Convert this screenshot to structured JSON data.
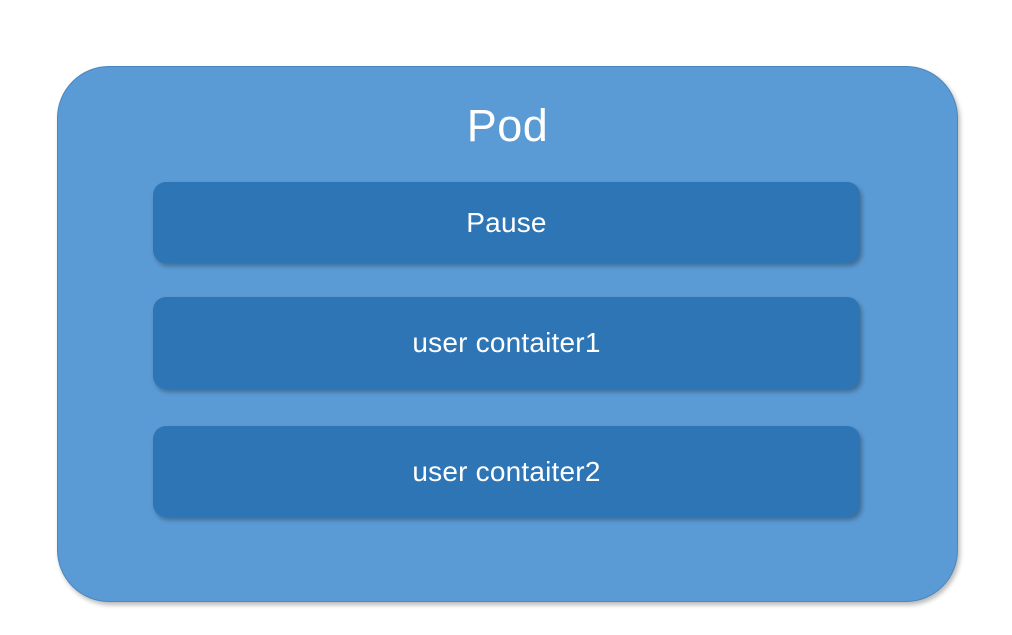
{
  "diagram": {
    "title": "Pod",
    "outer_fill": "#5B9BD5",
    "inner_fill": "#2E75B6",
    "text_color": "#FFFFFF",
    "background": "#FFFFFF",
    "containers": [
      {
        "label": "Pause"
      },
      {
        "label": "user contaiter1"
      },
      {
        "label": "user contaiter2"
      }
    ]
  }
}
